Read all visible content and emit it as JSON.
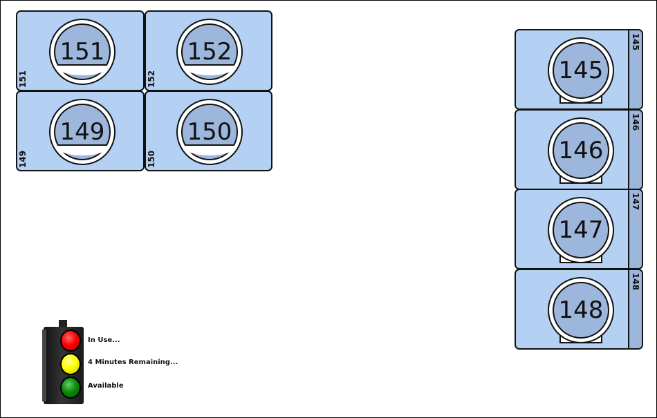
{
  "washers": [
    {
      "id": "151",
      "label": "151"
    },
    {
      "id": "152",
      "label": "152"
    },
    {
      "id": "149",
      "label": "149"
    },
    {
      "id": "150",
      "label": "150"
    }
  ],
  "dryers": [
    {
      "id": "145",
      "label": "145"
    },
    {
      "id": "146",
      "label": "146"
    },
    {
      "id": "147",
      "label": "147"
    },
    {
      "id": "148",
      "label": "148"
    }
  ],
  "legend": {
    "in_use": "In Use...",
    "minutes_remaining": "4 Minutes Remaining...",
    "available": "Available"
  },
  "colors": {
    "tile": "#b4d1f4",
    "drum": "#9db6dc",
    "in_use": "#ff0000",
    "warning": "#ffff00",
    "available": "#0a8a0a"
  }
}
